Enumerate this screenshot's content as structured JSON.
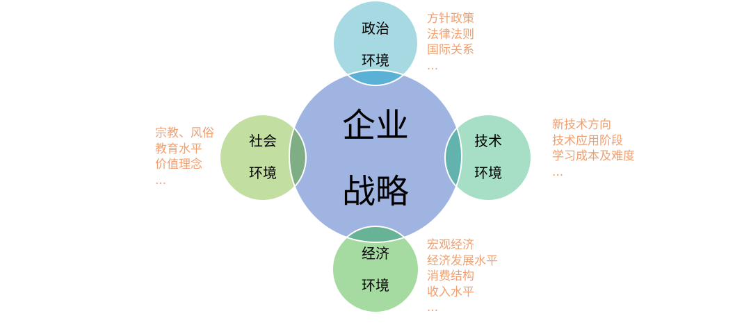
{
  "center": {
    "line1": "企业",
    "line2": "战略",
    "color": "#A0B4E2"
  },
  "nodes": {
    "politics": {
      "line1": "政治",
      "line2": "环境",
      "color": "#A7D9E2",
      "overlap_color": "#5BB0D6",
      "items": [
        "方针政策",
        "法律法则",
        "国际关系",
        "..."
      ]
    },
    "society": {
      "line1": "社会",
      "line2": "环境",
      "color": "#C3DEA1",
      "overlap_color": "#7FAE85",
      "items": [
        "宗教、风俗",
        "教育水平",
        "价值理念",
        "..."
      ]
    },
    "technology": {
      "line1": "技术",
      "line2": "环境",
      "color": "#A6DEC6",
      "overlap_color": "#62B2AE",
      "items": [
        "新技术方向",
        "技术应用阶段",
        "学习成本及难度",
        "..."
      ]
    },
    "economy": {
      "line1": "经济",
      "line2": "环境",
      "color": "#A5DAA0",
      "overlap_color": "#68B296",
      "items": [
        "宏观经济",
        "经济发展水平",
        "消费结构",
        "收入水平",
        "..."
      ]
    }
  },
  "item_color": "#F0A070"
}
